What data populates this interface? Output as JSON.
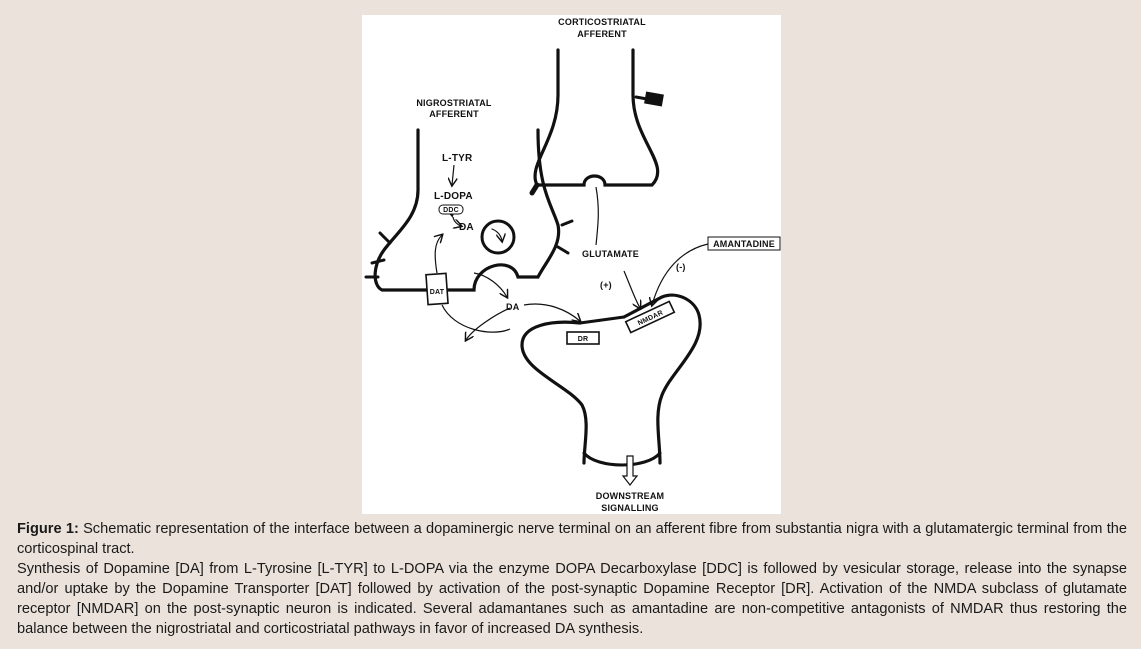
{
  "diagram": {
    "labels": {
      "corticostriatal_line1": "CORTICOSTRIATAL",
      "corticostriatal_line2": "AFFERENT",
      "nigrostriatal_line1": "NIGROSTRIATAL",
      "nigrostriatal_line2": "AFFERENT",
      "l_tyr": "L-TYR",
      "l_dopa": "L-DOPA",
      "ddc": "DDC",
      "da_vesicle": "DA",
      "dat": "DAT",
      "da_synapse": "DA",
      "glutamate": "GLUTAMATE",
      "plus": "(+)",
      "minus": "(-)",
      "amantadine": "AMANTADINE",
      "nmdar": "NMDAR",
      "dr": "DR",
      "downstream_line1": "DOWNSTREAM",
      "downstream_line2": "SIGNALLING"
    }
  },
  "caption": {
    "figure_label": "Figure 1:",
    "line1": "Schematic representation of the interface between a dopaminergic nerve terminal on an afferent fibre from substantia nigra with a glutamatergic terminal from the corticospinal tract.",
    "line2": "Synthesis of Dopamine [DA] from L-Tyrosine [L-TYR] to L-DOPA via the enzyme DOPA Decarboxylase [DDC] is followed by vesicular storage, release into the synapse and/or uptake by the Dopamine Transporter [DAT] followed by activation of the post-synaptic Dopamine Receptor [DR]. Activation of the NMDA subclass of glutamate receptor [NMDAR] on the post-synaptic neuron is indicated. Several adamantanes such as amantadine are non-competitive antagonists of NMDAR thus restoring the balance between the nigrostriatal and corticostriatal pathways in favor of increased DA synthesis."
  },
  "colors": {
    "background": "#ebe2db",
    "panel": "#ffffff",
    "ink": "#111111"
  }
}
